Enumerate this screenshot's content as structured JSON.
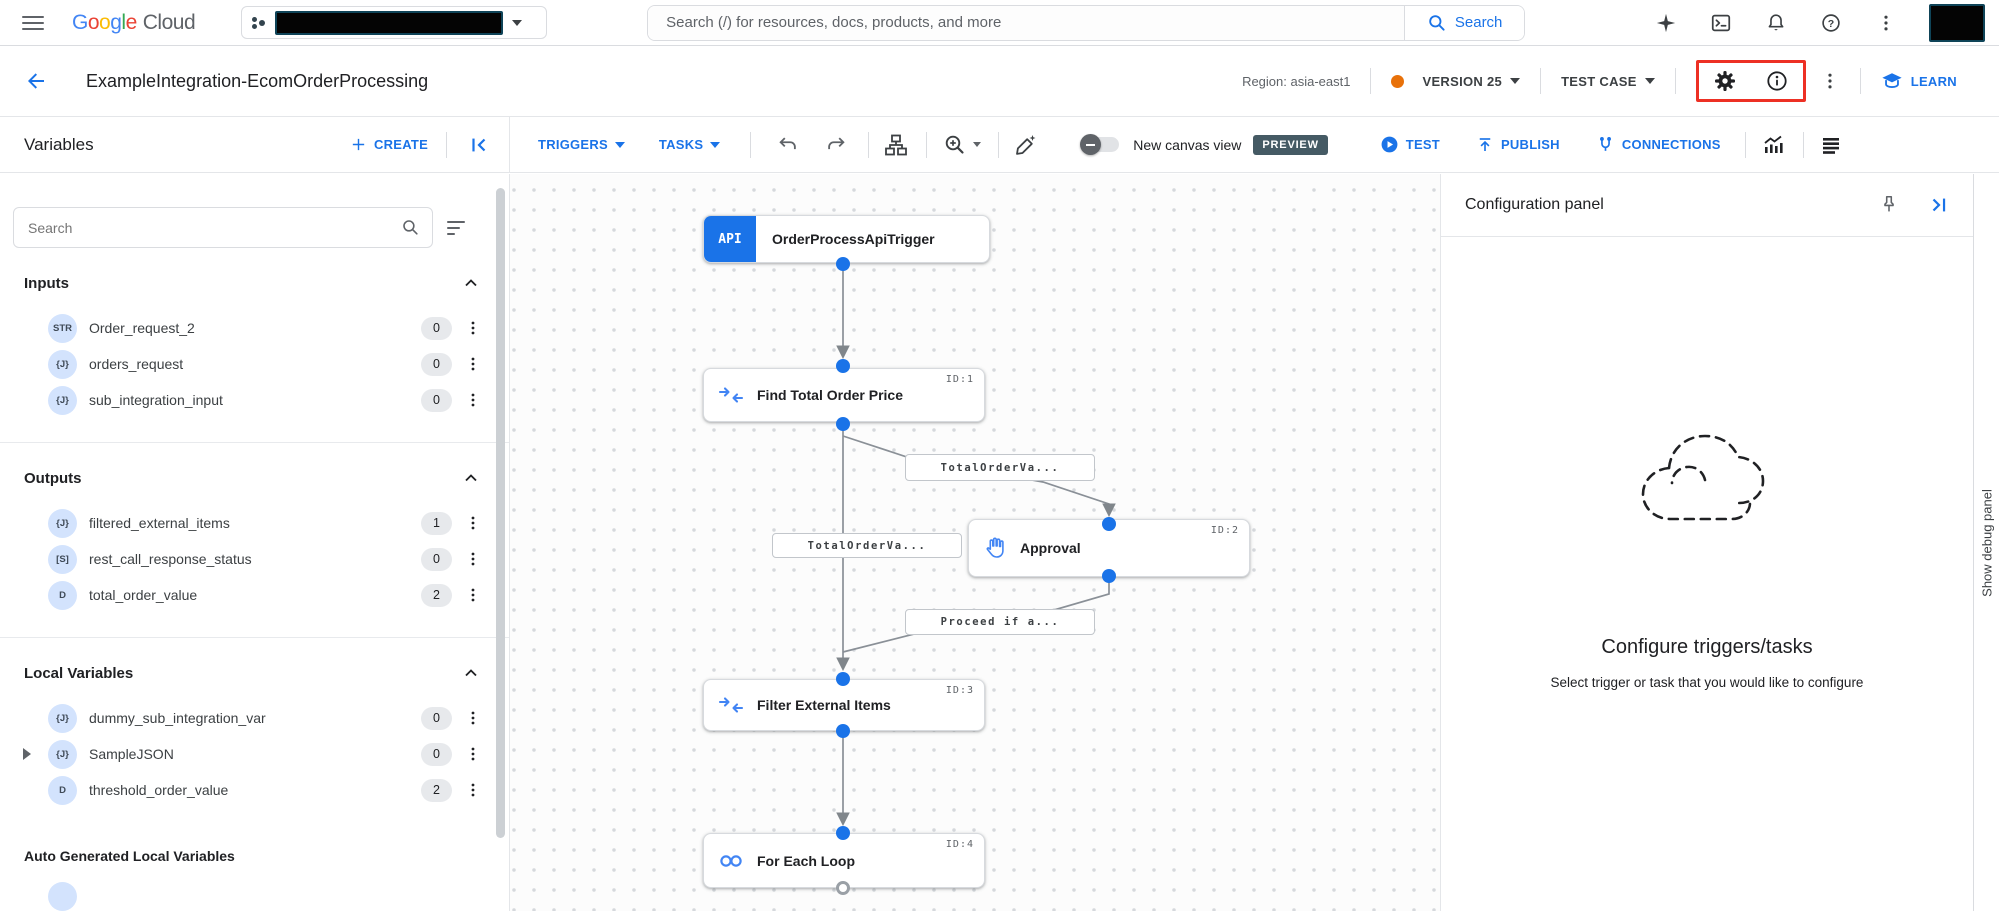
{
  "colors": {
    "accent": "#1a73e8",
    "icon-blue": "#4285f4",
    "text-dark": "#202124",
    "text-gray": "#5f6368",
    "border": "#dadce0",
    "preview-bg": "#455a64",
    "version-dot": "#e8710a",
    "highlight-red": "#ed3024",
    "redaction-border": "#0f4458",
    "type-badge-bg": "#d3e3fd",
    "count-pill-bg": "#e7e9ec",
    "canvas-dot": "#d5d8dc"
  },
  "topbar": {
    "logo_google": "Google",
    "logo_cloud": "Cloud",
    "search_placeholder": "Search (/) for resources, docs, products, and more",
    "search_button": "Search"
  },
  "header": {
    "title": "ExampleIntegration-EcomOrderProcessing",
    "region": "Region: asia-east1",
    "version": "VERSION 25",
    "test_case": "TEST CASE",
    "learn": "LEARN"
  },
  "toolbar": {
    "panel_title": "Variables",
    "create": "CREATE",
    "triggers": "TRIGGERS",
    "tasks": "TASKS",
    "canvas_view_label": "New canvas view",
    "preview_badge": "PREVIEW",
    "test": "TEST",
    "publish": "PUBLISH",
    "connections": "CONNECTIONS"
  },
  "sidebar": {
    "search_placeholder": "Search",
    "sections": [
      {
        "title": "Inputs",
        "items": [
          {
            "type": "STR",
            "name": "Order_request_2",
            "count": "0"
          },
          {
            "type": "{J}",
            "name": "orders_request",
            "count": "0"
          },
          {
            "type": "{J}",
            "name": "sub_integration_input",
            "count": "0"
          }
        ]
      },
      {
        "title": "Outputs",
        "items": [
          {
            "type": "{J}",
            "name": "filtered_external_items",
            "count": "1"
          },
          {
            "type": "[S]",
            "name": "rest_call_response_status",
            "count": "0"
          },
          {
            "type": "D",
            "name": "total_order_value",
            "count": "2"
          }
        ]
      },
      {
        "title": "Local Variables",
        "items": [
          {
            "type": "{J}",
            "name": "dummy_sub_integration_var",
            "count": "0"
          },
          {
            "type": "{J}",
            "name": "SampleJSON",
            "count": "0"
          },
          {
            "type": "D",
            "name": "threshold_order_value",
            "count": "2"
          }
        ]
      }
    ],
    "footer_title": "Auto Generated Local Variables"
  },
  "canvas": {
    "nodes": [
      {
        "badge": "API",
        "title": "OrderProcessApiTrigger",
        "id": ""
      },
      {
        "title": "Find Total Order Price",
        "id": "ID:1"
      },
      {
        "title": "Approval",
        "id": "ID:2"
      },
      {
        "title": "Filter External Items",
        "id": "ID:3"
      },
      {
        "title": "For Each Loop",
        "id": "ID:4"
      }
    ],
    "edge_labels": [
      "TotalOrderVa...",
      "TotalOrderVa...",
      "Proceed if a..."
    ]
  },
  "config_panel": {
    "title": "Configuration panel",
    "heading": "Configure triggers/tasks",
    "subheading": "Select trigger or task that you would like to configure"
  },
  "debug_panel_label": "Show debug panel",
  "icons": {
    "help_glyph": "?"
  }
}
